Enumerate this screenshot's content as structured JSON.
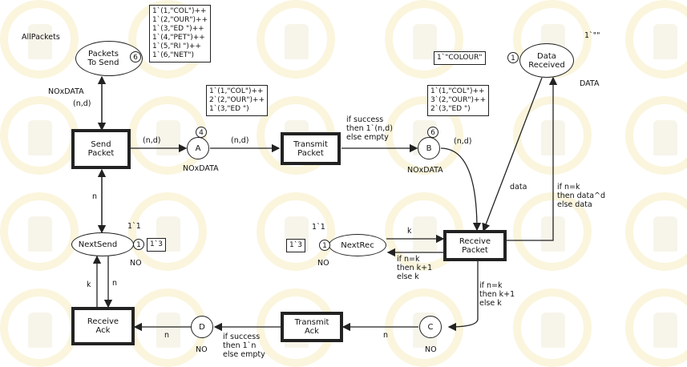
{
  "places": {
    "packets_to_send": {
      "name": "Packets\nTo Send",
      "type": "NOxDATA",
      "init": "AllPackets",
      "count": "6"
    },
    "a": {
      "name": "A",
      "type": "NOxDATA",
      "count": "4"
    },
    "b": {
      "name": "B",
      "type": "NOxDATA",
      "count": "6"
    },
    "c": {
      "name": "C",
      "type": "NO"
    },
    "d": {
      "name": "D",
      "type": "NO"
    },
    "next_send": {
      "name": "NextSend",
      "type": "NO",
      "init": "1`1",
      "count": "1",
      "marking": "1`3"
    },
    "next_rec": {
      "name": "NextRec",
      "type": "NO",
      "init": "1`1",
      "count": "1",
      "marking": "1`3"
    },
    "data_received": {
      "name": "Data\nReceived",
      "type": "DATA",
      "init": "1`\"\"",
      "count": "1",
      "marking": "1`\"COLOUR\""
    }
  },
  "transitions": {
    "send_packet": "Send\nPacket",
    "transmit_packet": "Transmit\nPacket",
    "receive_packet": "Receive\nPacket",
    "transmit_ack": "Transmit\nAck",
    "receive_ack": "Receive\nAck"
  },
  "markings": {
    "packets_to_send": "1`(1,\"COL\")++\n1`(2,\"OUR\")++\n1`(3,\"ED \")++\n1`(4,\"PET\")++\n1`(5,\"RI \")++\n1`(6,\"NET\")",
    "a": "1`(1,\"COL\")++\n2`(2,\"OUR\")++\n1`(3,\"ED \")",
    "b": "1`(1,\"COL\")++\n3`(2,\"OUR\")++\n2`(3,\"ED \")"
  },
  "arc_labels": {
    "send_to_pts": "(n,d)",
    "send_to_a": "(n,d)",
    "a_to_transmit": "(n,d)",
    "transmit_to_b": "if success\nthen 1`(n,d)\nelse empty",
    "b_to_receive": "(n,d)",
    "nextsend_send": "n",
    "receive_data_in": "data",
    "receive_data_out": "if n=k\nthen data^d\nelse data",
    "nextrec_in": "k",
    "nextrec_out": "if n=k\nthen k+1\nelse k",
    "receive_to_c": "if n=k\nthen k+1\nelse k",
    "c_to_transmit_ack": "n",
    "transmit_ack_to_d": "if success\nthen 1`n\nelse empty",
    "d_to_receive_ack": "n",
    "ack_k": "k",
    "ack_n": "n"
  }
}
